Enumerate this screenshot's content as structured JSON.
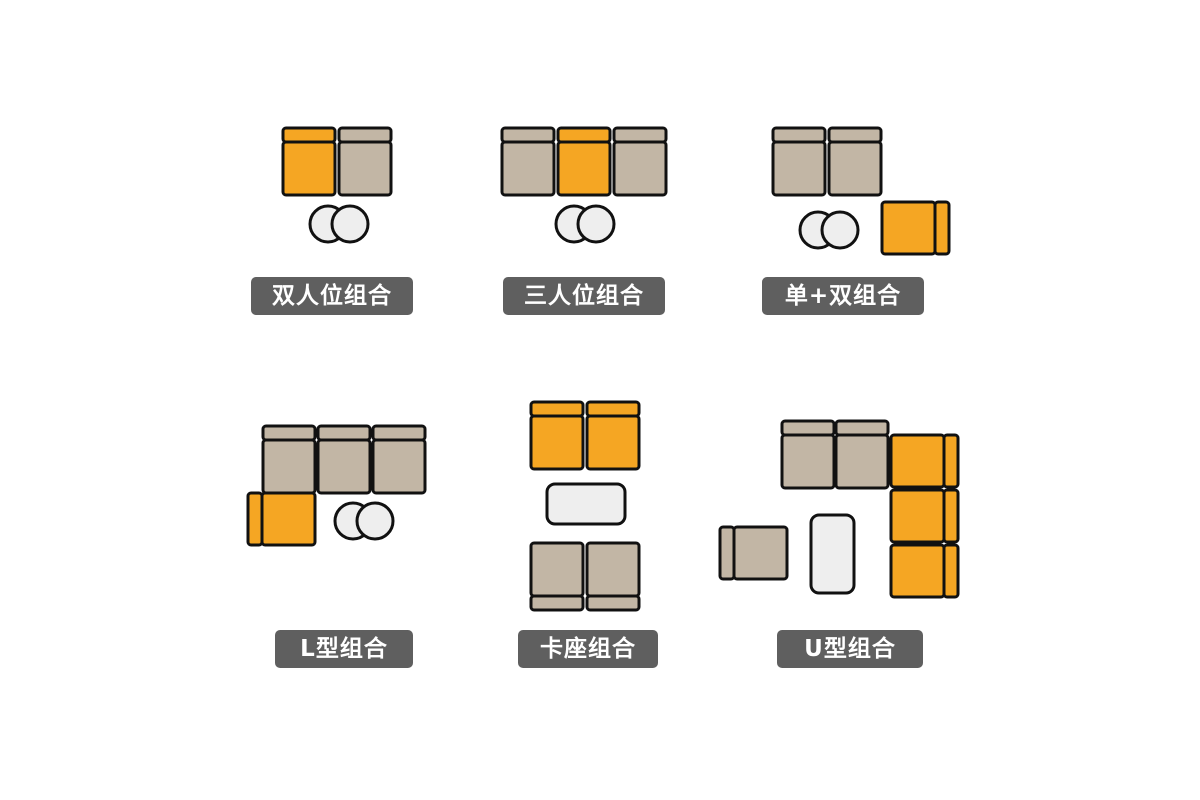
{
  "colors": {
    "accent_seat": "#f5a623",
    "neutral_seat": "#c2b6a5",
    "table_fill": "#eeeeee",
    "outline": "#111111",
    "label_bg": "#5f5f5f",
    "label_text": "#ffffff"
  },
  "layouts": [
    {
      "id": "double",
      "label": "双人位组合"
    },
    {
      "id": "triple",
      "label": "三人位组合"
    },
    {
      "id": "single_double",
      "label": "单+双组合"
    },
    {
      "id": "l_shape",
      "label": "L型组合"
    },
    {
      "id": "booth",
      "label": "卡座组合"
    },
    {
      "id": "u_shape",
      "label": "U型组合"
    }
  ]
}
